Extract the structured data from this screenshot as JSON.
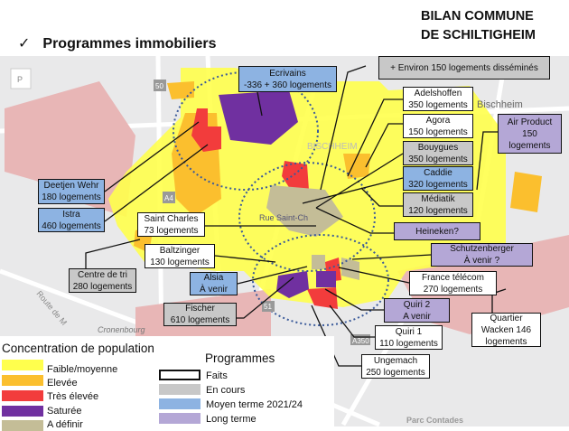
{
  "header": {
    "title_line1": "BILAN COMMUNE",
    "title_line2": "DE SCHILTIGHEIM",
    "check": "✓",
    "subtitle": "Programmes immobiliers"
  },
  "map_labels": {
    "parking": "P",
    "bischheim": "BISCHHEIM",
    "bischheim2": "Bischheim",
    "rue_saint": "Rue Saint-Ch",
    "cronenbourg": "Cronenbourg",
    "parc": "Parc Contades",
    "route": "Route de M",
    "a4": "A4",
    "a350": "A350",
    "r50": "50",
    "r51": "51"
  },
  "programs": [
    {
      "id": "ecrivains",
      "l1": "Ecrivains",
      "l2": "-336 + 360 logements",
      "status": "moyen"
    },
    {
      "id": "environ",
      "l1": "+ Environ 150 logements disséminés",
      "l2": "",
      "status": "en-cours"
    },
    {
      "id": "adelshoffen",
      "l1": "Adelshoffen",
      "l2": "350 logements",
      "status": "faits"
    },
    {
      "id": "agora",
      "l1": "Agora",
      "l2": "150 logements",
      "status": "faits"
    },
    {
      "id": "bouygues",
      "l1": "Bouygues",
      "l2": "350 logements",
      "status": "en-cours"
    },
    {
      "id": "caddie",
      "l1": "Caddie",
      "l2": "320 logements",
      "status": "moyen"
    },
    {
      "id": "mediatik",
      "l1": "Médiatik",
      "l2": "120 logements",
      "status": "en-cours"
    },
    {
      "id": "air-product",
      "l1": "Air Product",
      "l2": "150",
      "l3": "logements",
      "status": "long"
    },
    {
      "id": "deetjen-wehr",
      "l1": "Deetjen Wehr",
      "l2": "180 logements",
      "status": "moyen"
    },
    {
      "id": "istra",
      "l1": "Istra",
      "l2": "460 logements",
      "status": "moyen"
    },
    {
      "id": "saint-charles",
      "l1": "Saint Charles",
      "l2": "73 logements",
      "status": "faits"
    },
    {
      "id": "heineken",
      "l1": "Heineken?",
      "l2": "",
      "status": "long"
    },
    {
      "id": "baltzinger",
      "l1": "Baltzinger",
      "l2": "130 logements",
      "status": "faits"
    },
    {
      "id": "schutzenberger",
      "l1": "Schutzenberger",
      "l2": "À venir ?",
      "status": "long"
    },
    {
      "id": "centre-de-tri",
      "l1": "Centre de tri",
      "l2": "280 logements",
      "status": "en-cours"
    },
    {
      "id": "alsia",
      "l1": "Alsia",
      "l2": "À venir",
      "status": "moyen"
    },
    {
      "id": "france-telecom",
      "l1": "France télécom",
      "l2": "270 logements",
      "status": "faits"
    },
    {
      "id": "fischer",
      "l1": "Fischer",
      "l2": "610 logements",
      "status": "en-cours"
    },
    {
      "id": "quiri-2",
      "l1": "Quiri 2",
      "l2": "A venir",
      "status": "long"
    },
    {
      "id": "quartier-wacken",
      "l1": "Quartier",
      "l2": "Wacken 146",
      "l3": "logements",
      "status": "faits"
    },
    {
      "id": "quiri-1",
      "l1": "Quiri 1",
      "l2": "110 logements",
      "status": "faits"
    },
    {
      "id": "ungemach",
      "l1": "Ungemach",
      "l2": "250 logements",
      "status": "faits"
    }
  ],
  "legend": {
    "population_title": "Concentration de population",
    "population": [
      {
        "label": "Faible/moyenne",
        "color": "#ffff4d"
      },
      {
        "label": "Elevée",
        "color": "#fbbf2e"
      },
      {
        "label": "Très élevée",
        "color": "#f23c3c"
      },
      {
        "label": "Saturée",
        "color": "#7030a0"
      },
      {
        "label": "A définir",
        "color": "#c4bd97"
      }
    ],
    "programs_title": "Programmes",
    "programs": [
      {
        "label": "Faits",
        "color": "#ffffff"
      },
      {
        "label": "En cours",
        "color": "#c8c8c8"
      },
      {
        "label": "Moyen terme 2021/24",
        "color": "#8db3e2"
      },
      {
        "label": "Long terme",
        "color": "#b4a7d6"
      }
    ]
  }
}
